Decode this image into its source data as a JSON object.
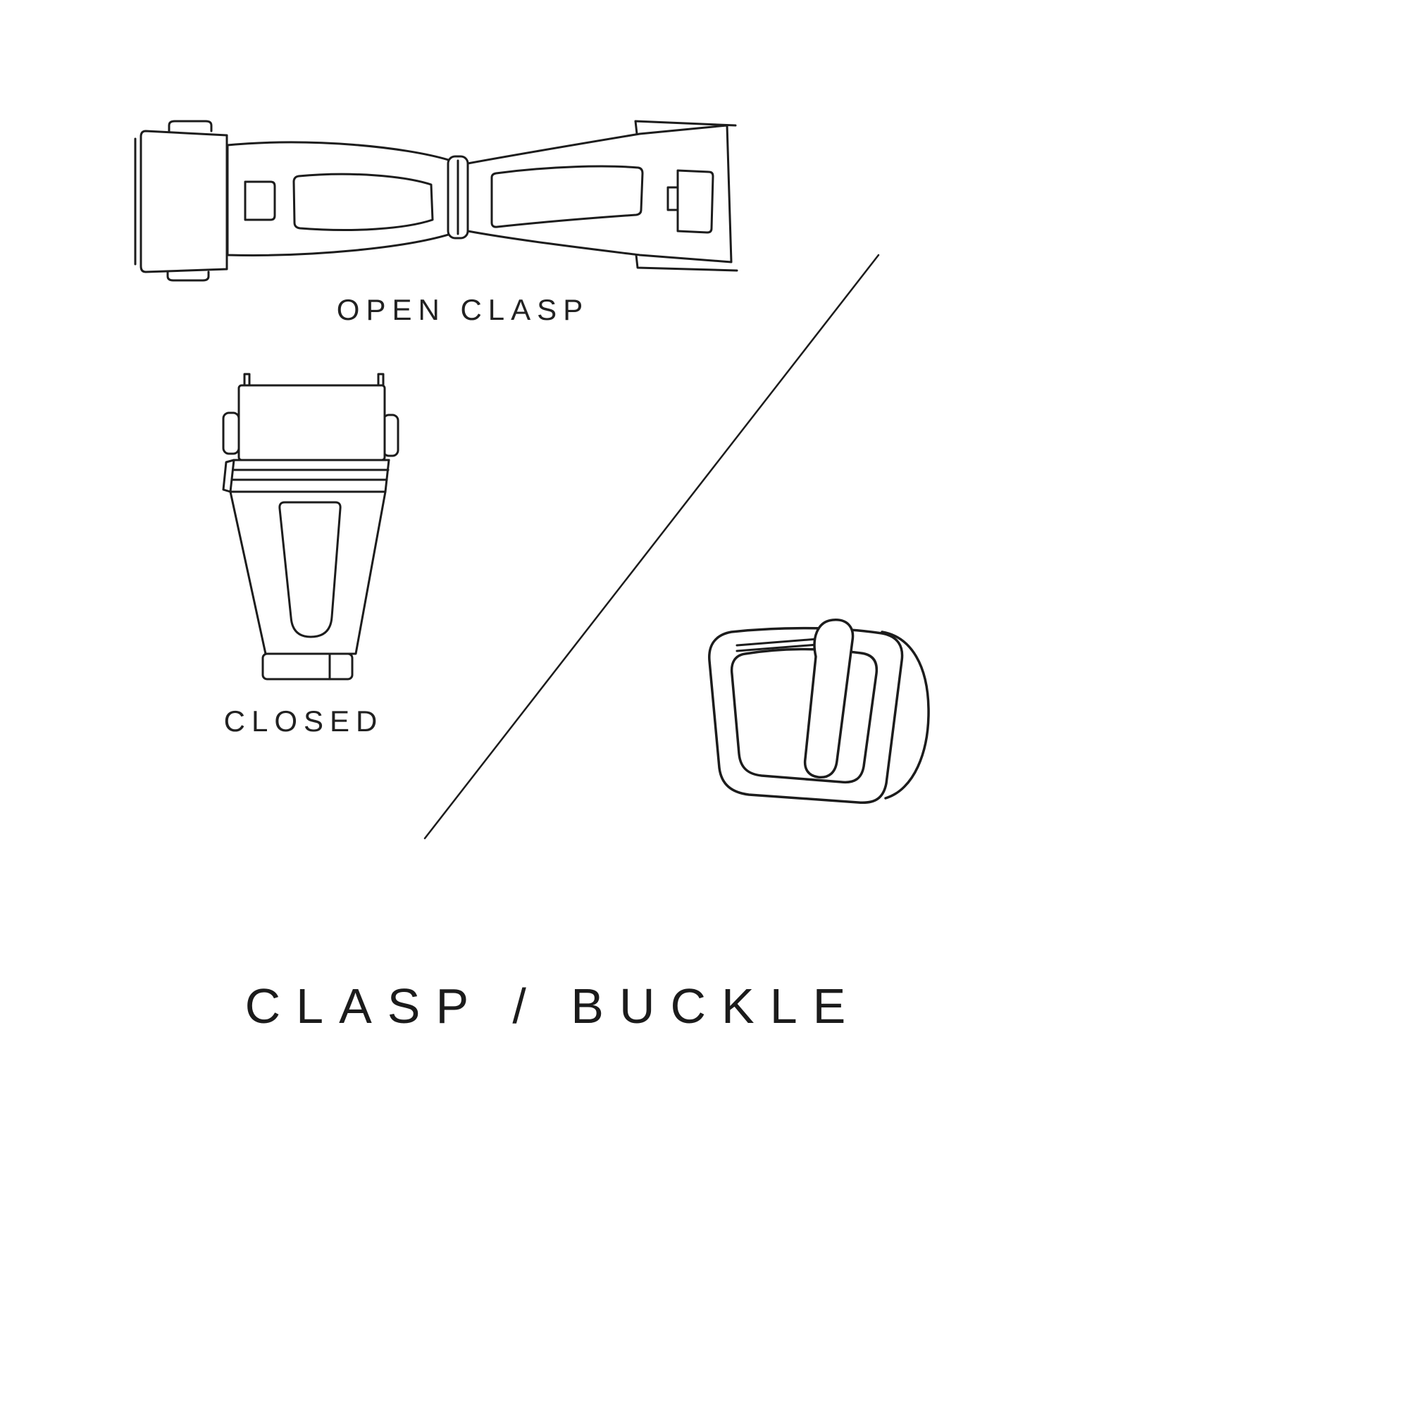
{
  "page": {
    "background": "#ffffff",
    "ink_color": "#1c1c1c"
  },
  "labels": {
    "open_clasp": "OPEN CLASP",
    "closed": "CLOSED",
    "title": "CLASP / BUCKLE"
  },
  "figures": [
    {
      "name": "open-clasp-illustration",
      "caption": "OPEN CLASP"
    },
    {
      "name": "closed-clasp-illustration",
      "caption": "CLOSED"
    },
    {
      "name": "tang-buckle-illustration",
      "caption": ""
    }
  ]
}
